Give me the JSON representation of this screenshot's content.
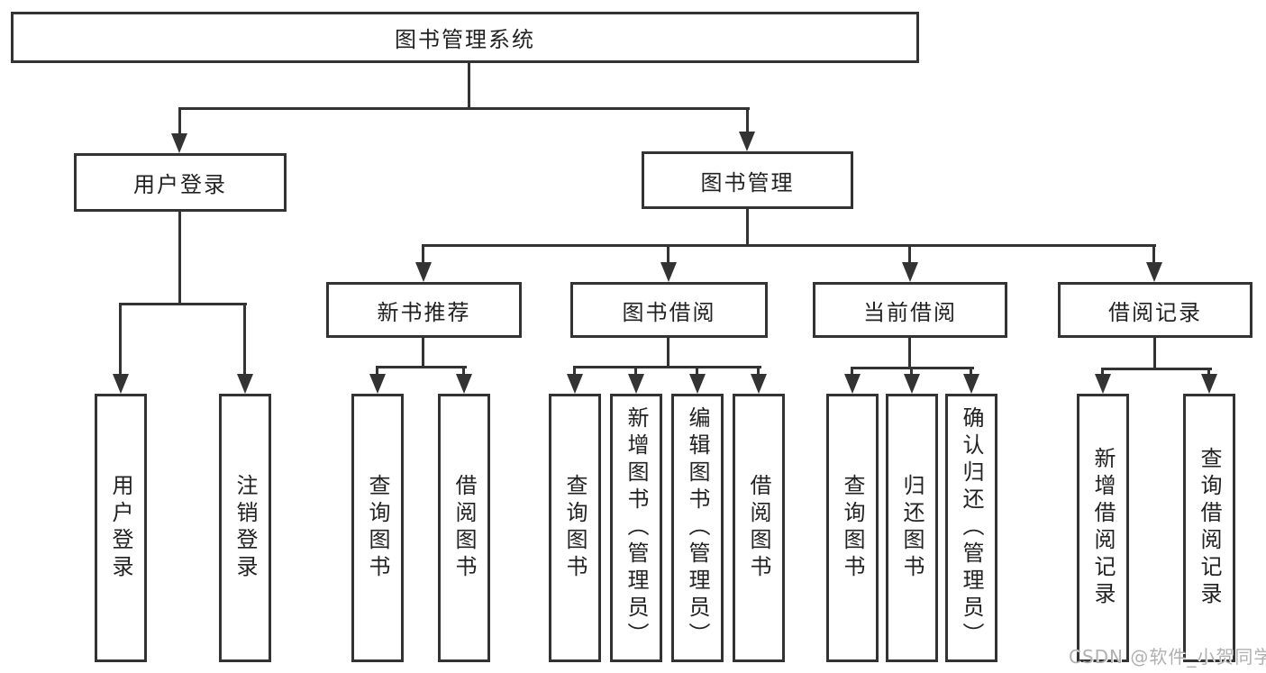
{
  "diagram": {
    "root": {
      "label": "图书管理系统"
    },
    "login": {
      "label": "用户登录",
      "leaves": [
        "用户登录",
        "注销登录"
      ]
    },
    "management": {
      "label": "图书管理",
      "sections": [
        {
          "label": "新书推荐",
          "leaves": [
            "查询图书",
            "借阅图书"
          ]
        },
        {
          "label": "图书借阅",
          "leaves": [
            "查询图书",
            "新增图书（管理员）",
            "编辑图书（管理员）",
            "借阅图书"
          ]
        },
        {
          "label": "当前借阅",
          "leaves": [
            "查询图书",
            "归还图书",
            "确认归还（管理员）"
          ]
        },
        {
          "label": "借阅记录",
          "leaves": [
            "新增借阅记录",
            "查询借阅记录"
          ]
        }
      ]
    },
    "colors": {
      "line": "#333333",
      "text": "#222222",
      "watermark_gray": "#b0b0b0",
      "background": "#ffffff"
    },
    "watermark": "CSDN @软件_小贺同学"
  }
}
